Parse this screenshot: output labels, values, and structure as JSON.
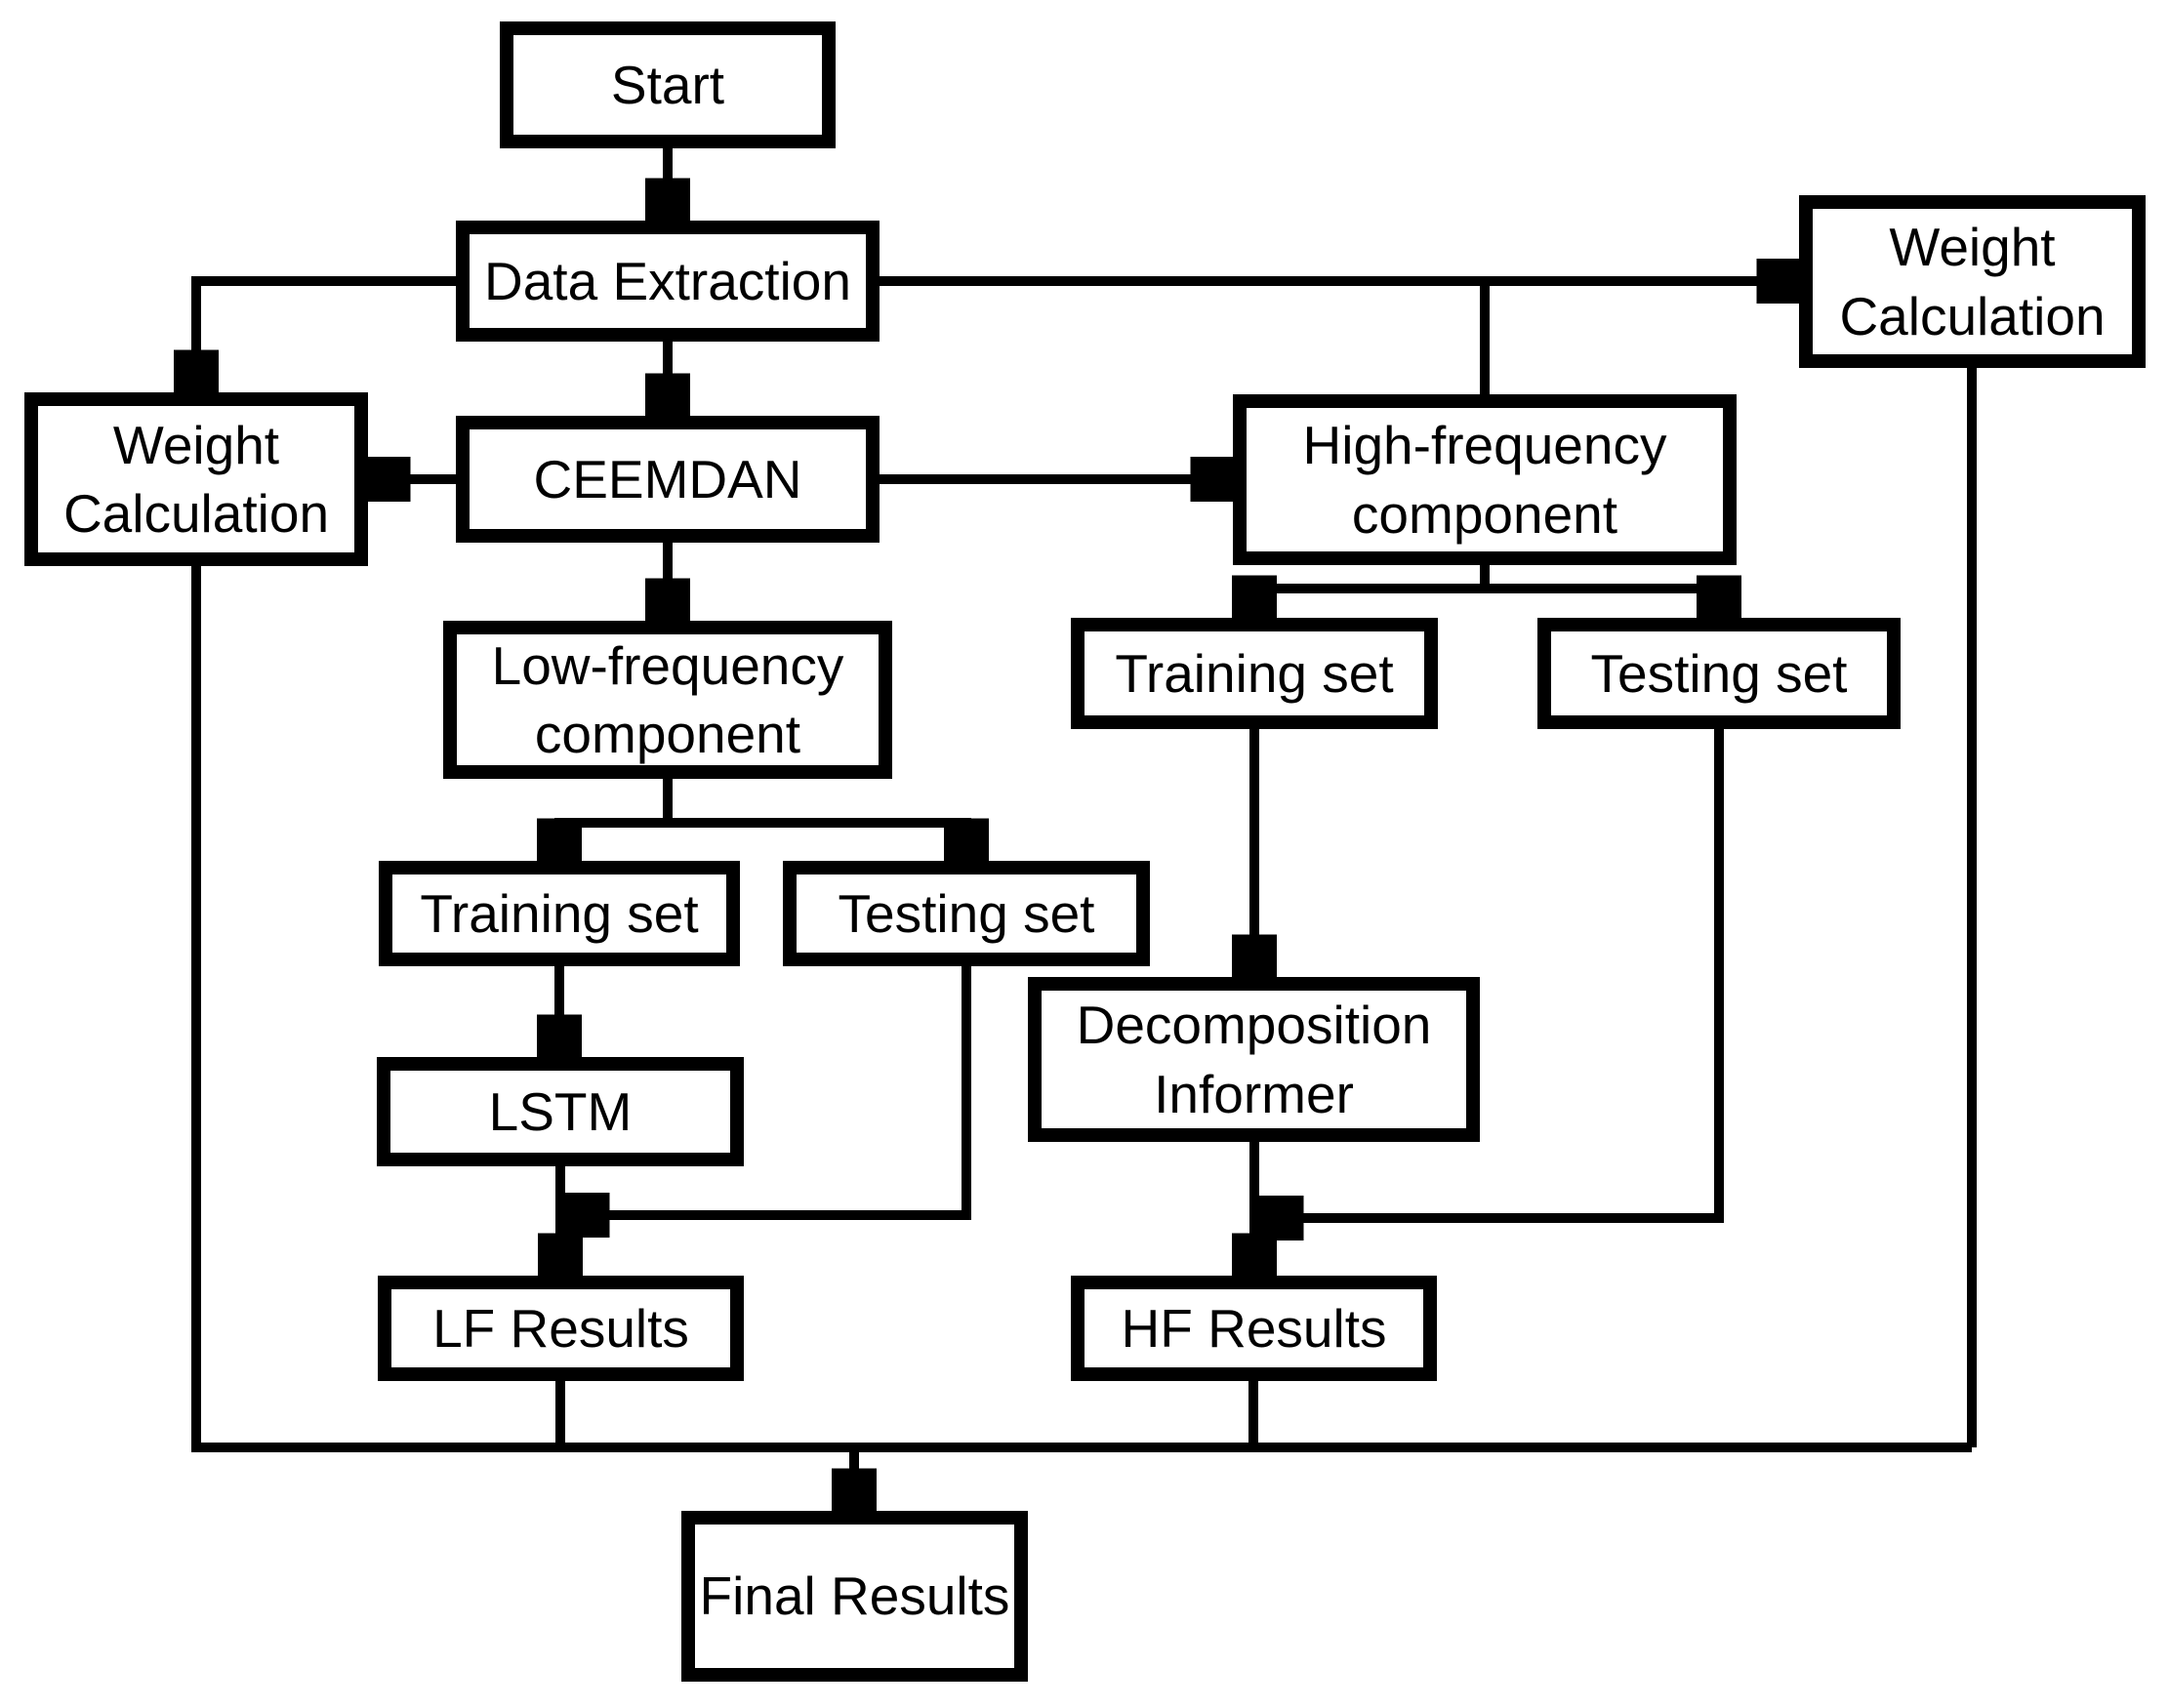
{
  "diagram": {
    "type": "flowchart",
    "colors": {
      "background": "#ffffff",
      "box_fill": "#ffffff",
      "box_border": "#000000",
      "line": "#000000",
      "text": "#000000"
    },
    "nodes": {
      "start": {
        "label": "Start"
      },
      "data_extraction": {
        "label": "Data Extraction"
      },
      "weight_calc_left": {
        "label": "Weight Calculation"
      },
      "ceemdan": {
        "label": "CEEMDAN"
      },
      "weight_calc_right": {
        "label": "Weight Calculation"
      },
      "high_freq": {
        "label": "High-frequency component"
      },
      "low_freq": {
        "label": "Low-frequency component"
      },
      "training_left": {
        "label": "Training set"
      },
      "testing_left": {
        "label": "Testing set"
      },
      "training_right": {
        "label": "Training set"
      },
      "testing_right": {
        "label": "Testing set"
      },
      "lstm": {
        "label": "LSTM"
      },
      "decomp_informer": {
        "label": "Decomposition Informer"
      },
      "lf_results": {
        "label": "LF Results"
      },
      "hf_results": {
        "label": "HF Results"
      },
      "final_results": {
        "label": "Final Results"
      }
    },
    "edges": [
      {
        "from": "start",
        "to": "data_extraction",
        "arrow": true
      },
      {
        "from": "data_extraction",
        "to": "ceemdan",
        "arrow": true
      },
      {
        "from": "data_extraction",
        "to": "weight_calc_left",
        "arrow": true
      },
      {
        "from": "data_extraction",
        "to": "weight_calc_right",
        "arrow": true
      },
      {
        "from": "data_extraction",
        "to": "high_freq",
        "arrow": false
      },
      {
        "from": "ceemdan",
        "to": "weight_calc_left",
        "arrow": true
      },
      {
        "from": "ceemdan",
        "to": "high_freq",
        "arrow": true
      },
      {
        "from": "ceemdan",
        "to": "low_freq",
        "arrow": true
      },
      {
        "from": "low_freq",
        "to": "training_left",
        "arrow": true
      },
      {
        "from": "low_freq",
        "to": "testing_left",
        "arrow": true
      },
      {
        "from": "high_freq",
        "to": "training_right",
        "arrow": true
      },
      {
        "from": "high_freq",
        "to": "testing_right",
        "arrow": true
      },
      {
        "from": "training_left",
        "to": "lstm",
        "arrow": true
      },
      {
        "from": "training_right",
        "to": "decomp_informer",
        "arrow": true
      },
      {
        "from": "lstm",
        "to": "lf_results",
        "arrow": true
      },
      {
        "from": "testing_left",
        "to": "lf_results",
        "arrow": true
      },
      {
        "from": "decomp_informer",
        "to": "hf_results",
        "arrow": true
      },
      {
        "from": "testing_right",
        "to": "hf_results",
        "arrow": true
      },
      {
        "from": "lf_results",
        "to": "final_results",
        "arrow": false
      },
      {
        "from": "hf_results",
        "to": "final_results",
        "arrow": false
      },
      {
        "from": "weight_calc_left",
        "to": "final_results",
        "arrow": false
      },
      {
        "from": "weight_calc_right",
        "to": "final_results",
        "arrow": false
      },
      {
        "from": "merge_line",
        "to": "final_results",
        "arrow": true
      }
    ]
  }
}
